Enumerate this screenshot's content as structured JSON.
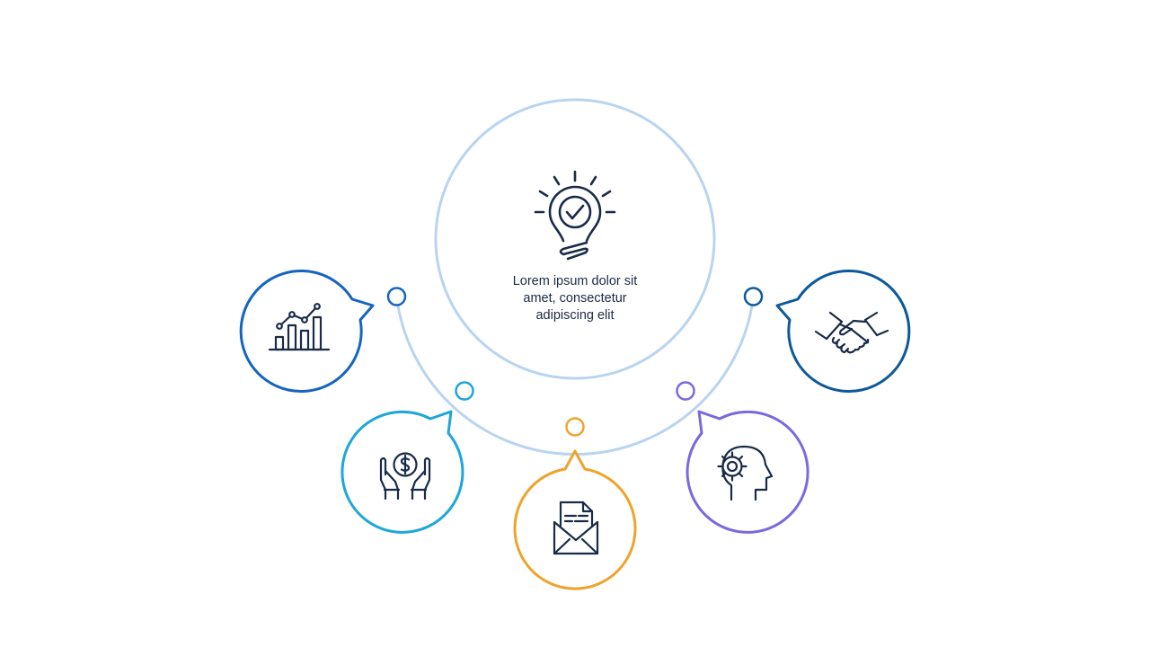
{
  "center": {
    "text_lines": [
      "Lorem ipsum dolor sit",
      "amet, consectetur",
      "adipiscing elit"
    ],
    "icon": "lightbulb-check-icon"
  },
  "colors": {
    "center_ring": "#b8d4f0",
    "icon_stroke": "#1a2b48"
  },
  "nodes": [
    {
      "id": "chart",
      "icon": "bar-chart-growth-icon",
      "color": "#1565c0"
    },
    {
      "id": "money",
      "icon": "hands-dollar-icon",
      "color": "#1ea6dc"
    },
    {
      "id": "mail",
      "icon": "envelope-document-icon",
      "color": "#f0a32c"
    },
    {
      "id": "mind",
      "icon": "head-gear-icon",
      "color": "#7b68e0"
    },
    {
      "id": "handshake",
      "icon": "handshake-icon",
      "color": "#0d5a9a"
    }
  ]
}
